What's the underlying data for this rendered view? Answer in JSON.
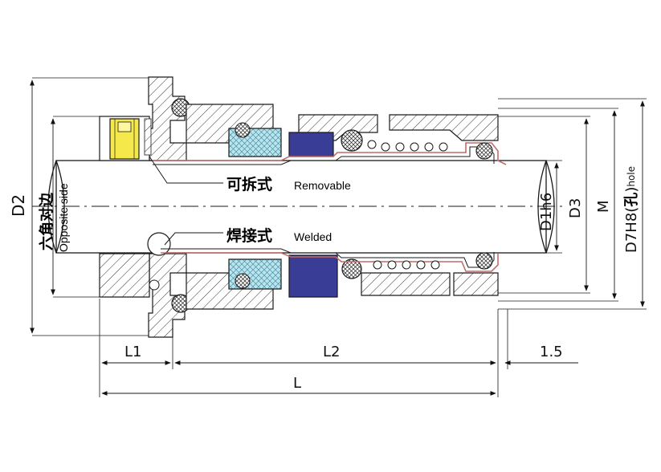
{
  "labels": {
    "removable_cn": "可拆式",
    "removable_en": "Removable",
    "welded_cn": "焊接式",
    "welded_en": "Welded",
    "opposite_cn": "六角对边",
    "opposite_en": "Opposite side"
  },
  "dimensions": {
    "D2": "D2",
    "D1h6": "D1h6",
    "D3": "D3",
    "M": "M",
    "D7H8_prefix": "D7H8(",
    "D7H8_cn": "孔",
    "D7H8_suffix": ")",
    "D7H8_sub": "hole",
    "L1": "L1",
    "L2": "L2",
    "gap": "1.5",
    "L": "L"
  },
  "colors": {
    "yellow_screw": "#f5e84a",
    "light_blue_ring": "#b8e4ee",
    "dark_blue_ring": "#3a3d96",
    "bellows_pink": "#e8b0b0",
    "outline": "#1a1a1a"
  }
}
